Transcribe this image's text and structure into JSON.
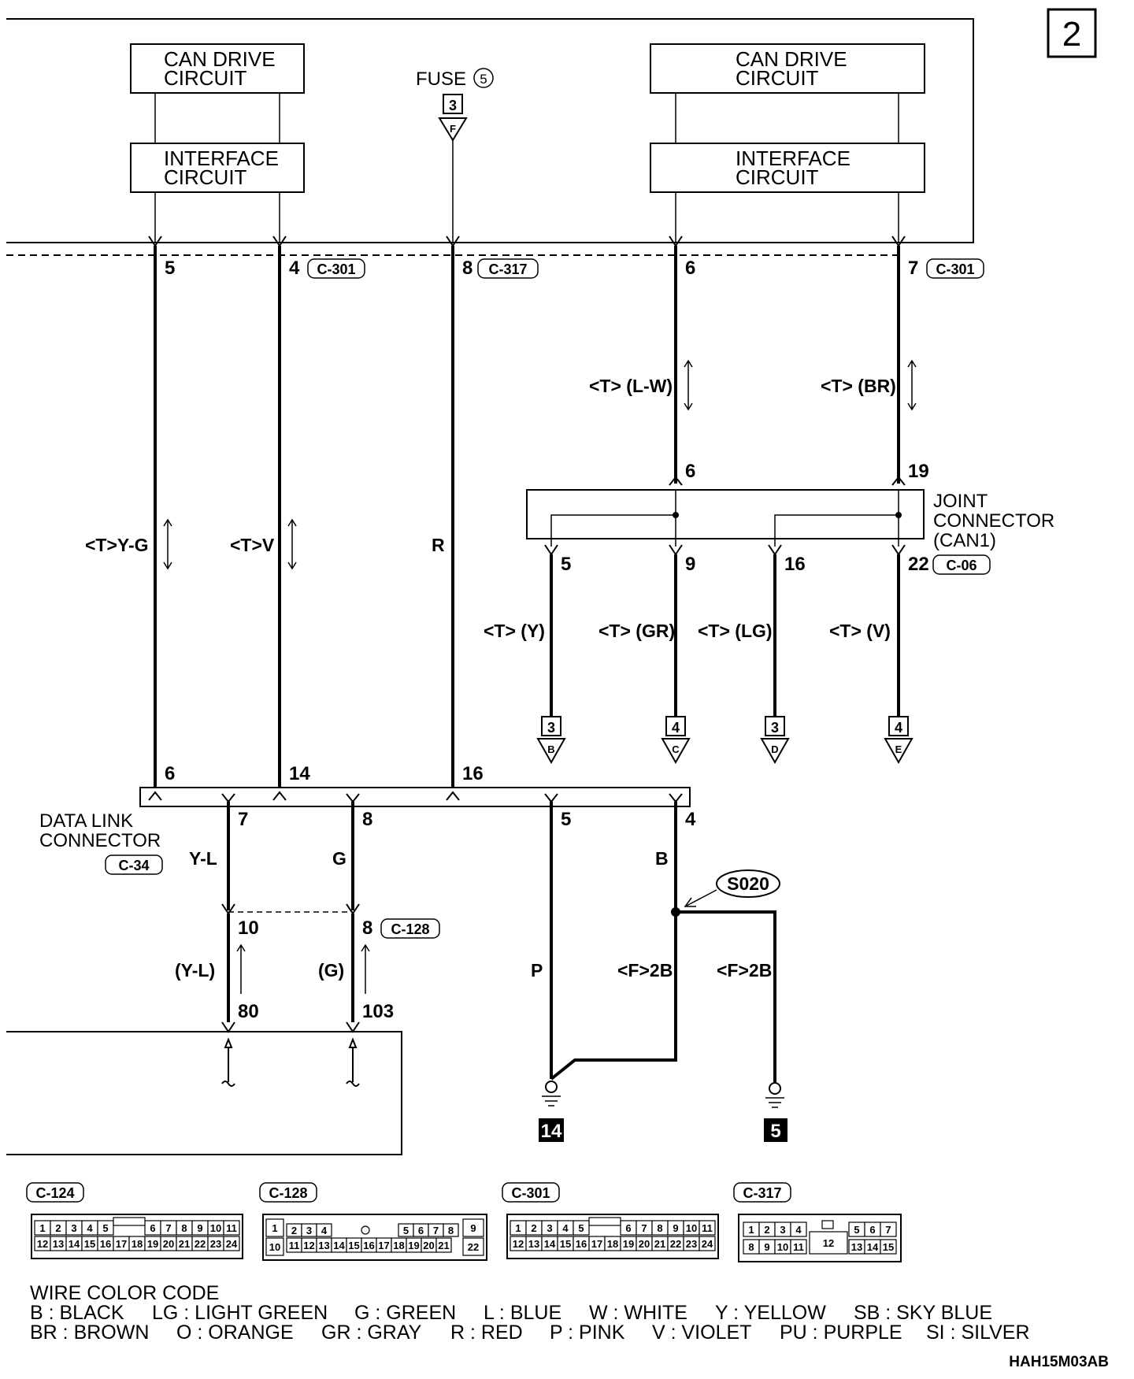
{
  "page_number": "2",
  "ecu_left": {
    "can_drive": [
      "CAN DRIVE",
      "CIRCUIT"
    ],
    "interface": [
      "INTERFACE",
      "CIRCUIT"
    ]
  },
  "ecu_right": {
    "can_drive": [
      "CAN DRIVE",
      "CIRCUIT"
    ],
    "interface": [
      "INTERFACE",
      "CIRCUIT"
    ]
  },
  "fuse": {
    "label": "FUSE",
    "number": "5",
    "ref_num": "3",
    "ref_letter": "F"
  },
  "connectors": {
    "c301": "C-301",
    "c317": "C-317",
    "c06": "C-06",
    "c34": "C-34",
    "c128": "C-128",
    "c124": "C-124"
  },
  "pins": {
    "ecu": [
      "5",
      "4",
      "8",
      "6",
      "7"
    ],
    "joint_top": [
      "6",
      "19"
    ],
    "joint_bottom": [
      "5",
      "9",
      "16",
      "22"
    ],
    "dlc_top": [
      "6",
      "14",
      "16"
    ],
    "dlc_bottom": [
      "7",
      "8",
      "5",
      "4"
    ],
    "c128": [
      "10",
      "8"
    ],
    "lower": [
      "80",
      "103"
    ]
  },
  "wires": {
    "yg": "<T>Y-G",
    "v": "<T>V",
    "r": "R",
    "lw": "<T> (L-W)",
    "br": "<T> (BR)",
    "y": "<T> (Y)",
    "gr": "<T> (GR)",
    "lg": "<T> (LG)",
    "vv": "<T> (V)",
    "yl": "Y-L",
    "g": "G",
    "b": "B",
    "yl_p": "(Y-L)",
    "g_p": "(G)",
    "p": "P",
    "f2b_a": "<F>2B",
    "f2b_b": "<F>2B"
  },
  "joint_connector": [
    "JOINT",
    "CONNECTOR",
    "(CAN1)"
  ],
  "data_link_connector": [
    "DATA LINK",
    "CONNECTOR"
  ],
  "splice": "S020",
  "offpage": [
    {
      "num": "3",
      "letter": "B"
    },
    {
      "num": "4",
      "letter": "C"
    },
    {
      "num": "3",
      "letter": "D"
    },
    {
      "num": "4",
      "letter": "E"
    }
  ],
  "grounds": [
    "14",
    "5"
  ],
  "connector_faces": {
    "c124": {
      "row1": [
        "1",
        "2",
        "3",
        "4",
        "5",
        "6",
        "7",
        "8",
        "9",
        "10",
        "11"
      ],
      "row2": [
        "12",
        "13",
        "14",
        "15",
        "16",
        "17",
        "18",
        "19",
        "20",
        "21",
        "22",
        "23",
        "24"
      ]
    },
    "c128": {
      "row1": [
        "1",
        "2",
        "3",
        "4",
        "5",
        "6",
        "7",
        "8",
        "9"
      ],
      "row2": [
        "10",
        "11",
        "12",
        "13",
        "14",
        "15",
        "16",
        "17",
        "18",
        "19",
        "20",
        "21",
        "22"
      ]
    },
    "c301": {
      "row1": [
        "1",
        "2",
        "3",
        "4",
        "5",
        "6",
        "7",
        "8",
        "9",
        "10",
        "11"
      ],
      "row2": [
        "12",
        "13",
        "14",
        "15",
        "16",
        "17",
        "18",
        "19",
        "20",
        "21",
        "22",
        "23",
        "24"
      ]
    },
    "c317": {
      "row1": [
        "1",
        "2",
        "3",
        "4",
        "5",
        "6",
        "7"
      ],
      "row2": [
        "8",
        "9",
        "10",
        "11",
        "12",
        "13",
        "14",
        "15"
      ]
    }
  },
  "wire_color_code": {
    "title": "WIRE COLOR CODE",
    "row1": [
      "B : BLACK",
      "LG : LIGHT GREEN",
      "G : GREEN",
      "L : BLUE",
      "W : WHITE",
      "Y : YELLOW",
      "SB : SKY BLUE"
    ],
    "row2": [
      "BR : BROWN",
      "O : ORANGE",
      "GR : GRAY",
      "R : RED",
      "P : PINK",
      "V : VIOLET",
      "PU : PURPLE",
      "SI : SILVER"
    ]
  },
  "figure_code": "HAH15M03AB"
}
